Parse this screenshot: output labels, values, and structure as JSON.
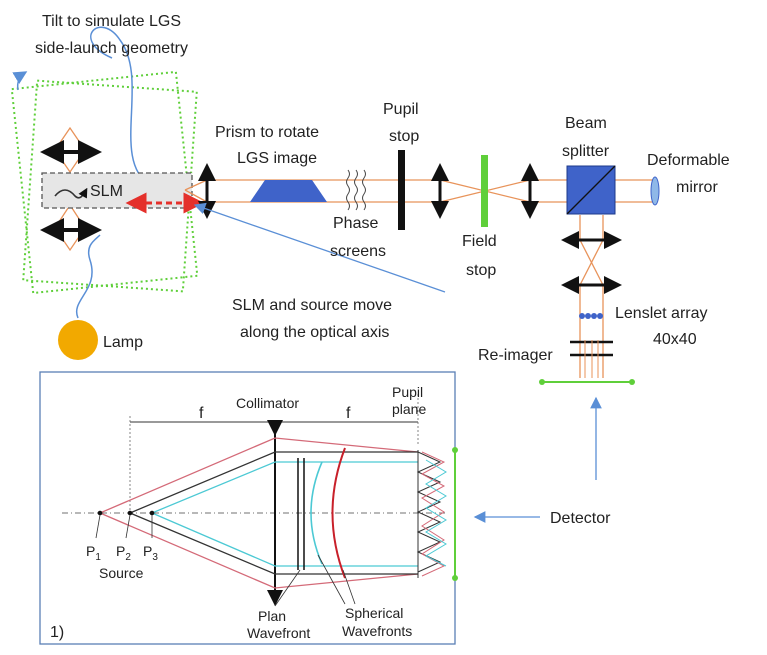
{
  "top": {
    "tilt_line1": "Tilt to simulate LGS",
    "tilt_line2": "side-launch geometry",
    "slm": "SLM",
    "lamp": "Lamp",
    "prism_line1": "Prism to rotate",
    "prism_line2": "LGS image",
    "phase_line1": "Phase",
    "phase_line2": "screens",
    "pupil_line1": "Pupil",
    "pupil_line2": "stop",
    "field_line1": "Field",
    "field_line2": "stop",
    "beam_line1": "Beam",
    "beam_line2": "splitter",
    "dm_line1": "Deformable",
    "dm_line2": "mirror",
    "slm_move_line1": "SLM and source move",
    "slm_move_line2": "along the optical axis",
    "lenslet_line1": "Lenslet array",
    "lenslet_line2": "40x40",
    "reimager": "Re-imager",
    "detector": "Detector"
  },
  "inset": {
    "f_left": "f",
    "collimator": "Collimator",
    "f_right": "f",
    "pupil_line1": "Pupil",
    "pupil_line2": "plane",
    "p1": "P",
    "p1_sub": "1",
    "p2": "P",
    "p2_sub": "2",
    "p3": "P",
    "p3_sub": "3",
    "source": "Source",
    "plan_line1": "Plan",
    "plan_line2": "Wavefront",
    "spherical_line1": "Spherical",
    "spherical_line2": "Wavefronts",
    "panel_number": "1)"
  },
  "colors": {
    "beam": "#e8935a",
    "green": "#5fcf3a",
    "prism": "#3f63c9",
    "lamp": "#f2a900",
    "blue_arrow": "#5a8fd6",
    "red_dash": "#e4302b",
    "frame": "#5b7fb5",
    "ray_red": "#d46a78",
    "ray_black": "#333333",
    "ray_cyan": "#4cc9d4"
  }
}
